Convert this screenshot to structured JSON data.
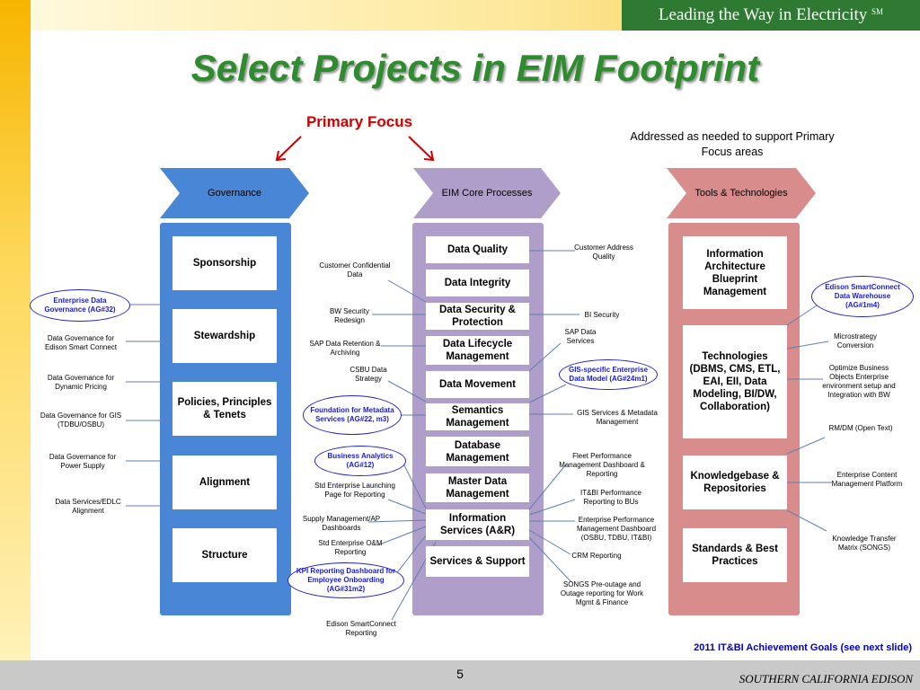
{
  "header": {
    "tagline": "Leading the Way in Electricity",
    "tagline_mark": "SM"
  },
  "title": "Select Projects in EIM Footprint",
  "primary_focus": "Primary Focus",
  "addressed": "Addressed as needed to support Primary Focus areas",
  "columns": {
    "governance": {
      "header": "Governance",
      "color": "#4a86d6",
      "boxes": [
        "Sponsorship",
        "Stewardship",
        "Policies, Principles & Tenets",
        "Alignment",
        "Structure"
      ]
    },
    "core": {
      "header": "EIM Core Processes",
      "color": "#ae9ec9",
      "boxes": [
        "Data Quality",
        "Data Integrity",
        "Data Security & Protection",
        "Data Lifecycle Management",
        "Data Movement",
        "Semantics Management",
        "Database Management",
        "Master Data Management",
        "Information Services (A&R)",
        "Services & Support"
      ]
    },
    "tools": {
      "header": "Tools & Technologies",
      "color": "#d98c8c",
      "boxes": [
        "Information Architecture Blueprint Management",
        "Technologies (DBMS, CMS, ETL, EAI, EII, Data Modeling, BI/DW, Collaboration)",
        "Knowledgebase & Repositories",
        "Standards & Best Practices"
      ]
    }
  },
  "governance_notes": {
    "enterprise_oval": "Enterprise Data Governance (AG#32)",
    "smart_connect": "Data Governance for Edison Smart Connect",
    "dynamic_pricing": "Data Governance for Dynamic Pricing",
    "gis": "Data Governance for GIS (TDBU/OSBU)",
    "power_supply": "Data Governance for Power Supply",
    "edlc": "Data Services/EDLC Alignment"
  },
  "core_left_notes": {
    "confidential": "Customer Confidential Data",
    "bw_security": "BW Security Redesign",
    "sap_retention": "SAP Data Retention & Archiving",
    "csbu": "CSBU Data Strategy",
    "metadata_oval": "Foundation for Metadata Services (AG#22, m3)",
    "ba_oval": "Business Analytics (AG#12)",
    "std_launch": "Std Enterprise Launching Page for Reporting",
    "supply_ap": "Supply Management/AP Dashboards",
    "std_om": "Std Enterprise O&M Reporting",
    "kpi_oval": "KPI Reporting Dashboard for Employee Onboarding (AG#31m2)",
    "sc_reporting": "Edison SmartConnect Reporting"
  },
  "core_right_notes": {
    "address_quality": "Customer Address Quality",
    "bi_security": "BI Security",
    "sap_services": "SAP Data Services",
    "gis_oval": "GIS-specific Enterprise Data Model (AG#24m1)",
    "gis_services": "GIS Services & Metadata Management",
    "fleet": "Fleet Performance Management Dashboard & Reporting",
    "itbi_perf": "IT&BI Performance Reporting to BUs",
    "epm": "Enterprise Performance Management Dashboard (OSBU, TDBU, IT&BI)",
    "crm": "CRM Reporting",
    "songs_outage": "SONGS Pre-outage and Outage reporting for Work Mgmt & Finance"
  },
  "tools_notes": {
    "sc_oval": "Edison SmartConnect Data Warehouse (AG#1m4)",
    "microstrategy": "Microstrategy Conversion",
    "business_objects": "Optimize Business Objects Enterprise environment setup and Integration with BW",
    "rmdm": "RM/DM (Open Text)",
    "ecm": "Enterprise Content Management Platform",
    "knowledge_transfer": "Knowledge Transfer Matrix (SONGS)"
  },
  "achievement": "2011 IT&BI Achievement Goals (see next slide)",
  "footer": {
    "page": "5",
    "company": "SOUTHERN CALIFORNIA EDISON"
  }
}
